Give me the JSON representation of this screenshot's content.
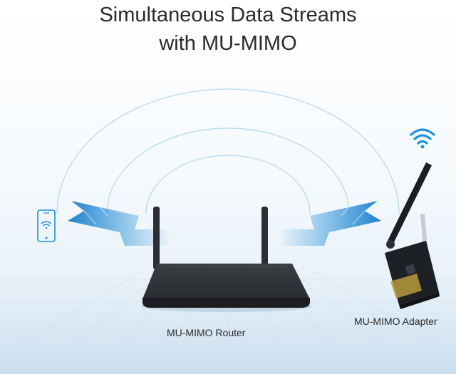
{
  "title": {
    "line1": "Simultaneous Data Streams",
    "line2": "with MU-MIMO"
  },
  "devices": {
    "router_label": "MU-MIMO Router",
    "adapter_label": "MU-MIMO Adapter"
  },
  "icons": {
    "phone": "smartphone-wifi-icon",
    "wifi": "wifi-icon",
    "router": "router-icon",
    "adapter": "pcie-adapter-icon"
  },
  "colors": {
    "title_text": "#2a2a2a",
    "arrow_blue": "#1f8ad6",
    "arc_blue": "#bcdcf0",
    "wifi_blue": "#1a90e0",
    "router_body": "#2c2f33",
    "adapter_board": "#1d2024"
  }
}
